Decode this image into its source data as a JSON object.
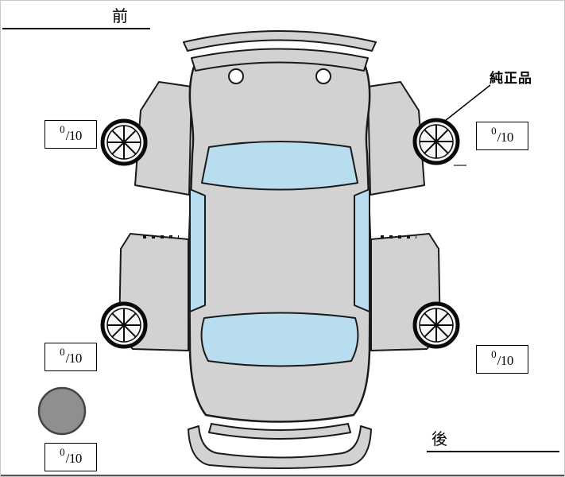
{
  "labels": {
    "front": "前",
    "rear": "後",
    "genuine_parts": "純正品"
  },
  "tire_scores": {
    "front_left": {
      "value": "0",
      "max": "/10"
    },
    "front_right": {
      "value": "0",
      "max": "/10"
    },
    "rear_left": {
      "value": "0",
      "max": "/10"
    },
    "rear_right": {
      "value": "0",
      "max": "/10"
    },
    "spare": {
      "value": "0",
      "max": "/10"
    }
  },
  "colors": {
    "body": "#d2d2d2",
    "glass": "#b8ddef",
    "spare_tire": "#8f8f8f",
    "outline": "#1a1a1a"
  }
}
